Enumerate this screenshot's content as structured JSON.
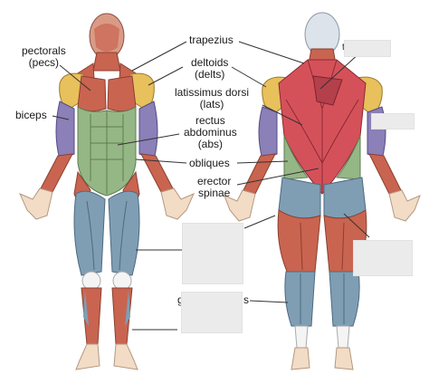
{
  "labels": {
    "pectorals": {
      "line1": "pectorals",
      "line2": "(pecs)"
    },
    "biceps": "biceps",
    "trapezius": "trapezius",
    "deltoids": {
      "line1": "deltoids",
      "line2": "(delts)"
    },
    "lats": {
      "line1": "latissimus dorsi",
      "line2": "(lats)"
    },
    "abs": {
      "line1": "rectus",
      "line2": "abdominus",
      "line3": "(abs)"
    },
    "obliques": "obliques",
    "erector": {
      "line1": "erector",
      "line2": "spinae"
    },
    "partial_g": "g",
    "partial_s": "s",
    "partial_t": "t"
  },
  "colors": {
    "skin": "#f2dcc6",
    "muscle_red": "#c96450",
    "deltoid_yellow": "#e8c05c",
    "abs_green": "#95b786",
    "leg_blue": "#7f9eb4",
    "arm_purple": "#8b80b7",
    "back_red": "#d5515a",
    "tendon_white": "#f4f4f4",
    "hidden_box": "#ebebeb",
    "leader_line": "#333333"
  }
}
